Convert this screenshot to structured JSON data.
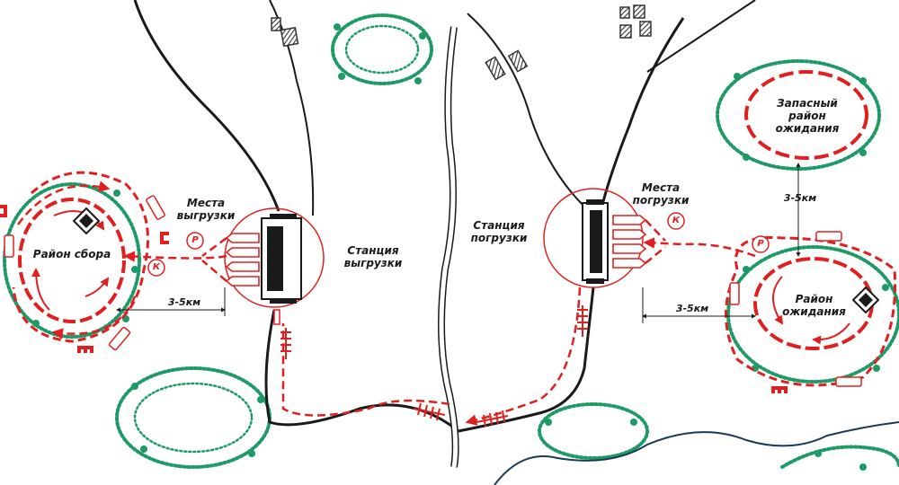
{
  "labels": {
    "unloading_places": "Места выгрузки",
    "unloading_station": "Станция выгрузки",
    "assembly_area": "Район сбора",
    "loading_station": "Станция погрузки",
    "loading_places": "Места погрузки",
    "reserve_waiting_area": "Запасный район ожидания",
    "waiting_area": "Район ожидания",
    "distance_left": "3-5км",
    "distance_right": "3-5км",
    "distance_vertical": "3-5км"
  },
  "markers": {
    "unload_regulator": "Р",
    "unload_commandant": "К",
    "load_commandant": "К",
    "load_regulator": "Р"
  },
  "colors": {
    "route": "#e02020",
    "forest": "#1e9a66",
    "rail": "#1a1a1a",
    "building": "#333333"
  }
}
